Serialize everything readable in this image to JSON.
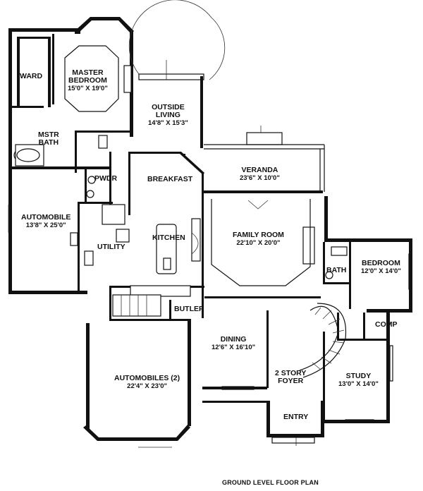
{
  "plan_title": "GROUND LEVEL FLOOR PLAN",
  "rooms": {
    "ward": {
      "name": "WARD"
    },
    "master_bedroom": {
      "name": "MASTER BEDROOM",
      "line1": "MASTER",
      "line2": "BEDROOM",
      "dims": "15'0\" X 19'0\""
    },
    "mstr_bath": {
      "line1": "MSTR",
      "line2": "BATH"
    },
    "outside_living": {
      "line1": "OUTSIDE",
      "line2": "LIVING",
      "dims": "14'8\" X 15'3\""
    },
    "pwdr": {
      "name": "PWDR"
    },
    "breakfast": {
      "name": "BREAKFAST"
    },
    "veranda": {
      "name": "VERANDA",
      "dims": "23'6\" X 10'0\""
    },
    "automobile": {
      "name": "AUTOMOBILE",
      "dims": "13'8\" X 25'0\""
    },
    "utility": {
      "name": "UTILITY"
    },
    "kitchen": {
      "name": "KITCHEN"
    },
    "family_room": {
      "name": "FAMILY ROOM",
      "dims": "22'10\" X 20'0\""
    },
    "bath": {
      "name": "BATH"
    },
    "bedroom": {
      "name": "BEDROOM",
      "dims": "12'0\" X 14'0\""
    },
    "butler": {
      "name": "BUTLER"
    },
    "comp": {
      "name": "COMP"
    },
    "dining": {
      "name": "DINING",
      "dims": "12'6\" X 16'10\""
    },
    "automobiles_2": {
      "name": "AUTOMOBILES (2)",
      "dims": "22'4\" X 23'0\""
    },
    "foyer": {
      "line1": "2 STORY",
      "line2": "FOYER"
    },
    "study": {
      "name": "STUDY",
      "dims": "13'0\" X 14'0\""
    },
    "entry": {
      "name": "ENTRY"
    }
  },
  "colors": {
    "wall": "#111111",
    "background": "#ffffff"
  }
}
